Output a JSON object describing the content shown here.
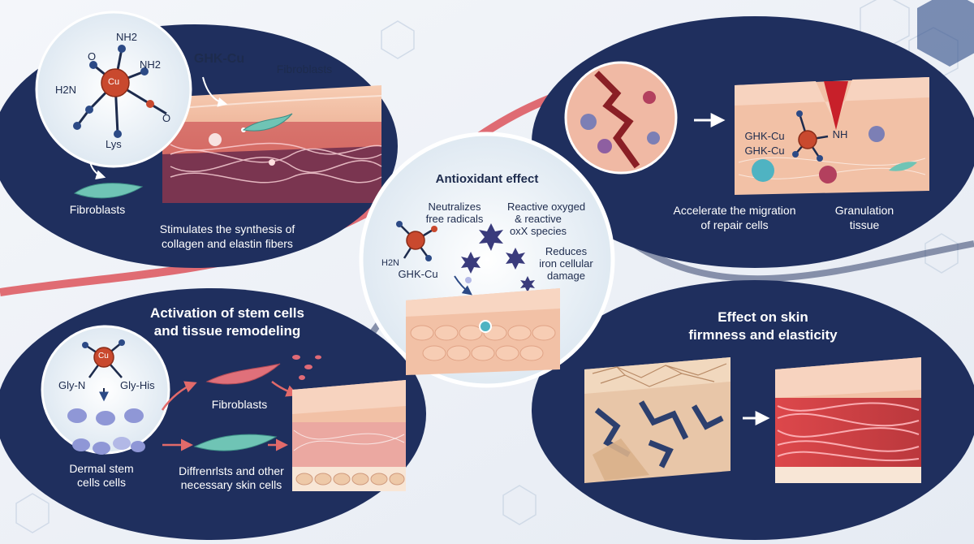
{
  "panels": {
    "collagen": {
      "molecule_label": "GHK-Cu",
      "mol_atoms": {
        "nh2_top": "NH2",
        "nh2_right": "NH2",
        "h2n_left": "H2N",
        "o_left": "O",
        "o_right": "O",
        "cu": "Cu",
        "lys": "Lys"
      },
      "fibroblasts_top": "Fibroblasts",
      "fibroblasts_left": "Fibroblasts",
      "caption_line1": "Stimulates the synthesis of",
      "caption_line2": "collagen and elastin fibers"
    },
    "wound": {
      "ghk_label_1": "GHK-Cu",
      "ghk_label_2": "GHK-Cu",
      "nh_label": "NH",
      "caption_left_line1": "Accelerate the migration",
      "caption_left_line2": "of repair cells",
      "caption_right_line1": "Granulation",
      "caption_right_line2": "tissue"
    },
    "antioxidant": {
      "title": "Antioxidant effect",
      "neutralizes_line1": "Neutralizes",
      "neutralizes_line2": "free radicals",
      "reactive_line1": "Reactive oxyged",
      "reactive_line2": "& reactive",
      "reactive_line3": "oxX species",
      "reduces_line1": "Reduces",
      "reduces_line2": "iron cellular",
      "reduces_line3": "damage",
      "ghk_label": "GHK-Cu",
      "h2n_label": "H2N"
    },
    "stem": {
      "title_line1": "Activation of stem cells",
      "title_line2": "and tissue remodeling",
      "gly_n": "Gly-N",
      "gly_his": "Gly-His",
      "cu": "Cu",
      "fibroblasts": "Fibroblasts",
      "dermal_line1": "Dermal stem",
      "dermal_line2": "cells cells",
      "diff_line1": "Diffrenrlsts and other",
      "diff_line2": "necessary skin cells"
    },
    "firmness": {
      "title_line1": "Effect on skin",
      "title_line2": "firmness and elasticity"
    }
  },
  "colors": {
    "navy": "#1f2f5e",
    "accent_red": "#d9323b",
    "skin": "#f2c1a6",
    "background": "#eef2f7"
  }
}
